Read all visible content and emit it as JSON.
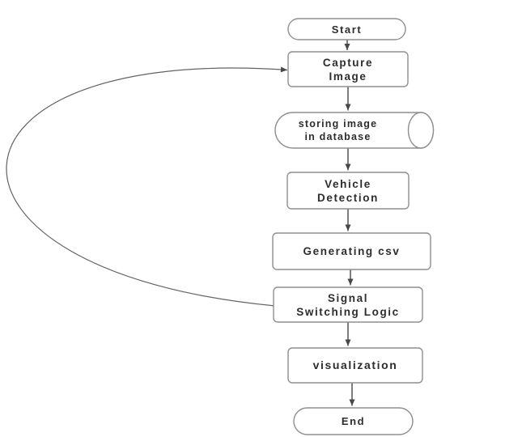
{
  "diagram": {
    "type": "flowchart",
    "background": "#ffffff",
    "colors": {
      "node_border": "#8f8f8f",
      "node_fill": "#ffffff",
      "label_text": "#2d2d2d",
      "connector": "#474747",
      "feedback_curve": "#636363"
    },
    "nodes": {
      "start": {
        "label": "Start",
        "shape": "terminator"
      },
      "capture_image": {
        "label": "Capture\nImage",
        "shape": "process"
      },
      "storing_image": {
        "label": "storing image\nin database",
        "shape": "database-cylinder"
      },
      "vehicle_detection": {
        "label": "Vehicle\nDetection",
        "shape": "process"
      },
      "generating_csv": {
        "label": "Generating csv",
        "shape": "process"
      },
      "signal_switching": {
        "label": "Signal\nSwitching Logic",
        "shape": "process"
      },
      "visualization": {
        "label": "visualization",
        "shape": "process"
      },
      "end": {
        "label": "End",
        "shape": "terminator"
      }
    },
    "edges": [
      {
        "from": "start",
        "to": "capture_image",
        "style": "straight-arrow"
      },
      {
        "from": "capture_image",
        "to": "storing_image",
        "style": "straight-arrow"
      },
      {
        "from": "storing_image",
        "to": "vehicle_detection",
        "style": "straight-arrow"
      },
      {
        "from": "vehicle_detection",
        "to": "generating_csv",
        "style": "straight-arrow"
      },
      {
        "from": "generating_csv",
        "to": "signal_switching",
        "style": "straight-arrow"
      },
      {
        "from": "signal_switching",
        "to": "visualization",
        "style": "straight-arrow"
      },
      {
        "from": "visualization",
        "to": "end",
        "style": "straight-arrow"
      },
      {
        "from": "signal_switching",
        "to": "capture_image",
        "style": "curved-feedback-arrow"
      }
    ]
  }
}
